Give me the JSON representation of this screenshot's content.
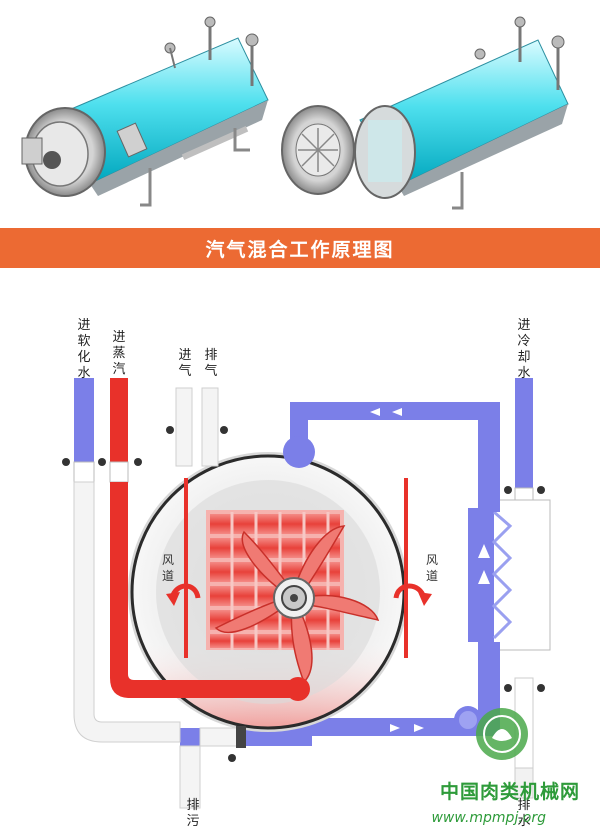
{
  "banner": {
    "title": "汽气混合工作原理图"
  },
  "labels": {
    "soft_water_in": "进软化水",
    "steam_in": "进蒸汽",
    "air_in": "进气",
    "air_out": "排气",
    "cold_water_in": "进冷却水",
    "drain_left": "排污",
    "drain_right": "排水",
    "duct_left": "风道",
    "duct_right": "风道"
  },
  "watermark": {
    "text": "中国肉类机械网",
    "url": "www.mpmpj.org"
  },
  "colors": {
    "hot": "#e8312a",
    "cold": "#7b7fe8",
    "banner": "#ec6a33",
    "pipe_white": "#f4f4f4",
    "vessel_shell": "#00b8cc"
  }
}
